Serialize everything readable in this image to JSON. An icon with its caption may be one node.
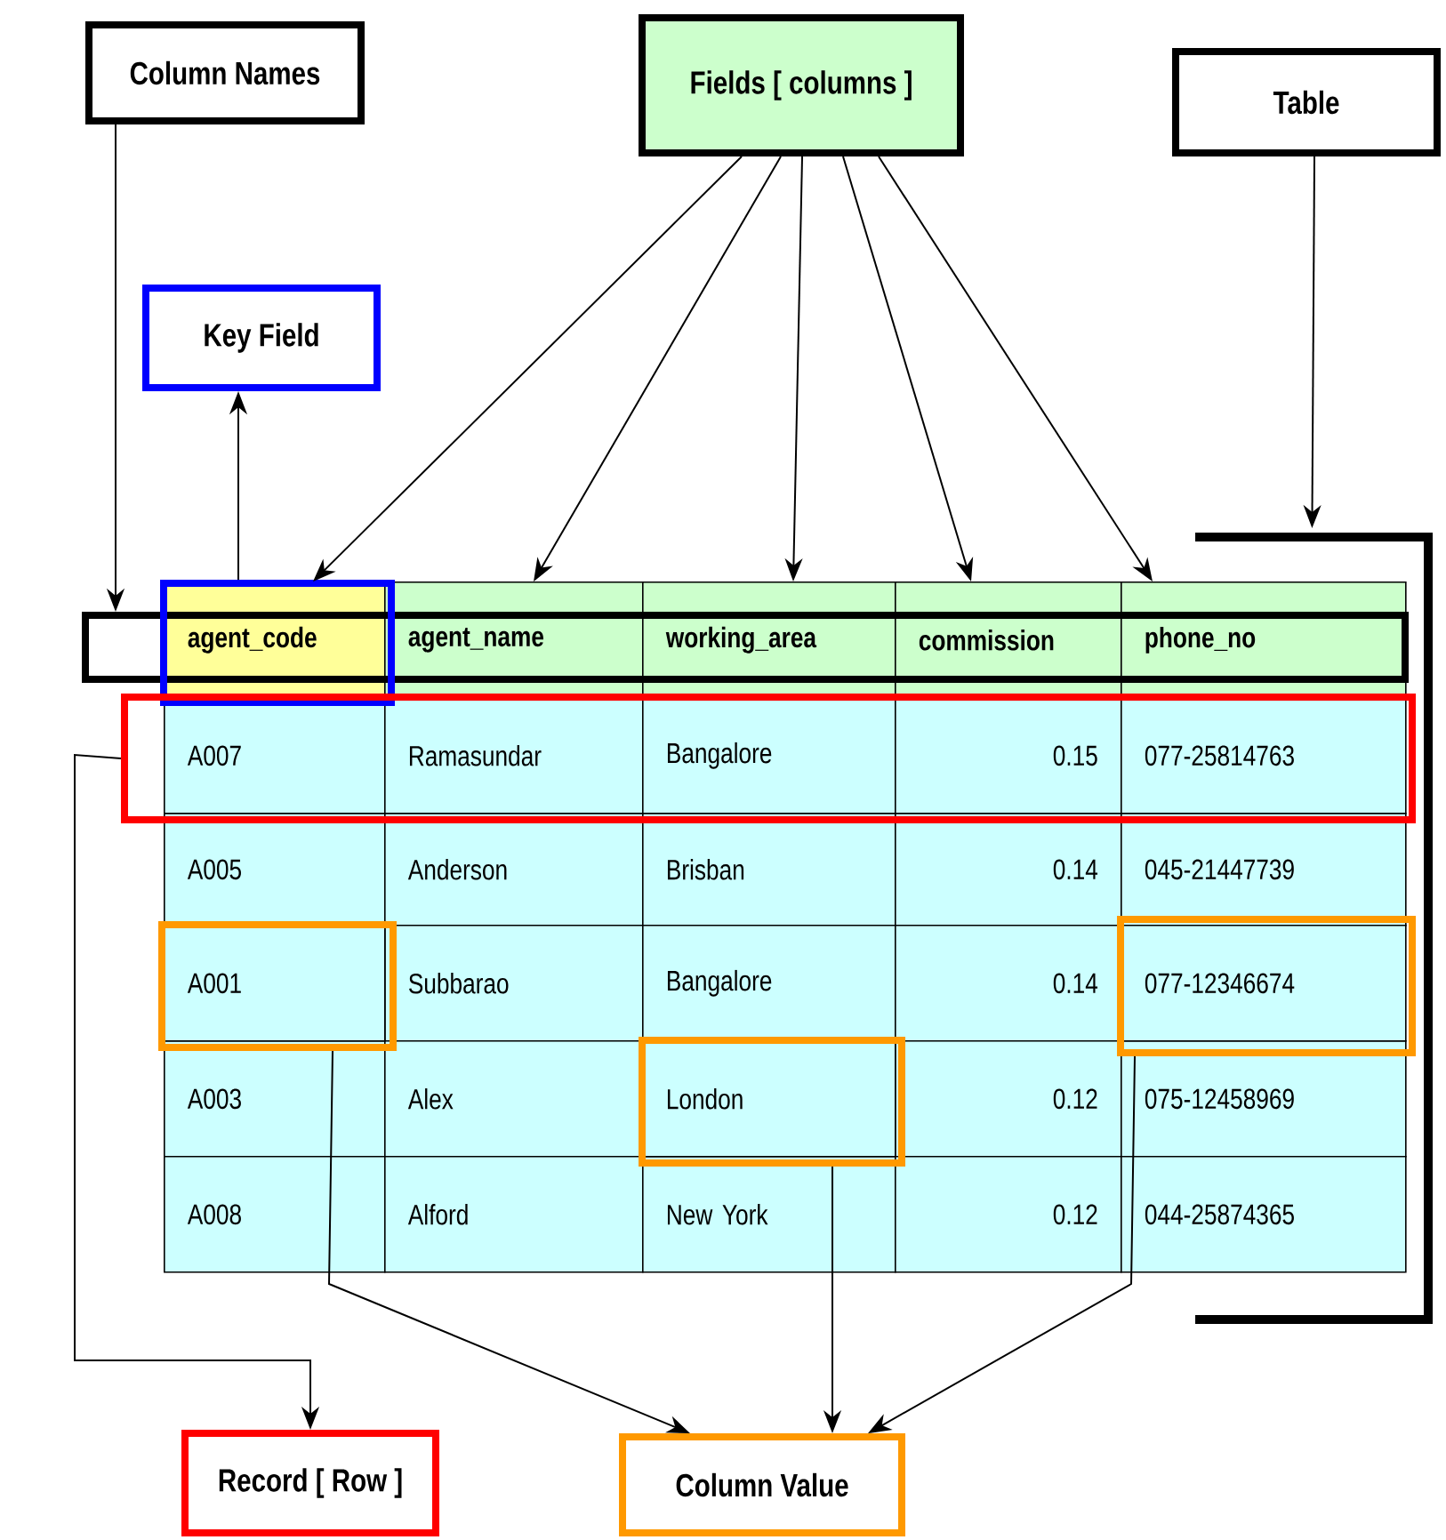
{
  "diagram": {
    "nodes": [
      {
        "text": [
          "Column Names"
        ]
      },
      {
        "text": [
          "Fields [ columns ]"
        ]
      },
      {
        "text": [
          "Table"
        ]
      },
      {
        "text": [
          "Key Field"
        ]
      },
      {
        "text": [],
        "shape": "bracket"
      },
      {
        "text": [],
        "shape": "box"
      },
      {
        "text": [],
        "shape": "box"
      },
      {
        "text": [
          "agent_code"
        ],
        "in": 6
      },
      {
        "text": [
          "agent_name"
        ]
      },
      {
        "text": [
          "working_area"
        ]
      },
      {
        "text": [
          "commission"
        ]
      },
      {
        "text": [
          "phone_no"
        ]
      },
      {
        "text": [],
        "shape": "box"
      },
      {
        "text": [
          "A007"
        ],
        "in": 12
      },
      {
        "text": [
          "Ramasundar"
        ],
        "in": 12
      },
      {
        "text": [
          "Bangalore"
        ],
        "in": 12
      },
      {
        "text": [
          "0.15"
        ],
        "in": 12
      },
      {
        "text": [
          "077-25814763"
        ],
        "in": 12
      },
      {
        "text": [],
        "shape": "box"
      },
      {
        "text": [
          "A001"
        ],
        "in": 18
      },
      {
        "text": [],
        "shape": "box"
      },
      {
        "text": [
          "077-12346674"
        ],
        "in": 20
      },
      {
        "text": [],
        "shape": "box"
      },
      {
        "text": [
          "London"
        ],
        "in": 22
      },
      {
        "text": [
          "Record [ Row ]"
        ]
      },
      {
        "text": [
          "Column Value"
        ]
      }
    ],
    "edges": [
      {
        "from": 0,
        "to": 5,
        "arrow": "to"
      },
      {
        "from": 6,
        "to": 3,
        "arrow": "to"
      },
      {
        "from": 1,
        "to": 7,
        "arrow": "to"
      },
      {
        "from": 1,
        "to": 8,
        "arrow": "to"
      },
      {
        "from": 1,
        "to": 9,
        "arrow": "to"
      },
      {
        "from": 1,
        "to": 10,
        "arrow": "to"
      },
      {
        "from": 1,
        "to": 11,
        "arrow": "to"
      },
      {
        "from": 2,
        "to": 4,
        "arrow": "to"
      },
      {
        "from": 12,
        "to": 24,
        "arrow": "to"
      },
      {
        "from": 18,
        "to": 25,
        "arrow": "to"
      },
      {
        "from": 22,
        "to": 25,
        "arrow": "to"
      },
      {
        "from": 20,
        "to": 25,
        "arrow": "to"
      }
    ],
    "labels": [
      "A005",
      "Anderson",
      "Brisban",
      "0.14",
      "045-21447739",
      "Subbarao",
      "Bangalore",
      "0.14",
      "A003",
      "Alex",
      "0.12",
      "075-12458969",
      "A008",
      "Alford",
      "New York",
      "0.12",
      "044-25874365"
    ]
  }
}
